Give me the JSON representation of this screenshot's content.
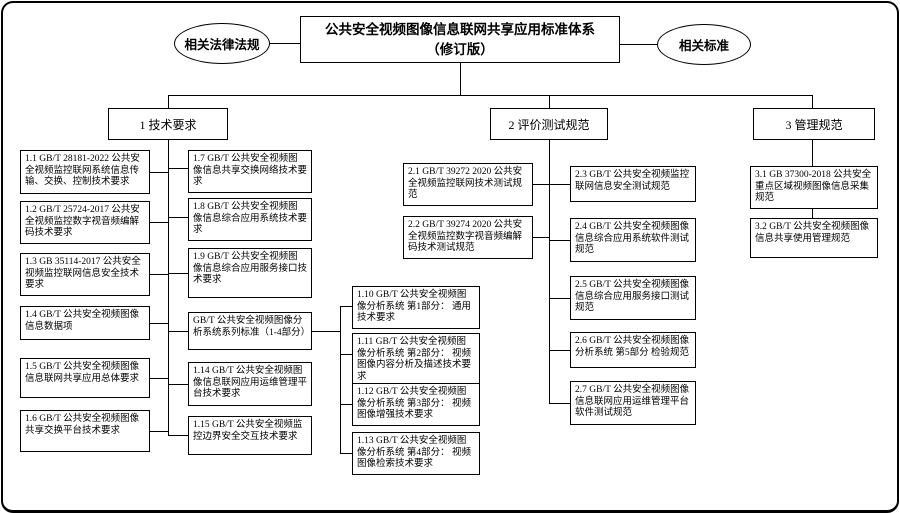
{
  "root": {
    "title": "公共安全视频图像信息联网共享应用标准体系",
    "subtitle": "（修订版）",
    "left_ellipse": "相关法律法规",
    "right_ellipse": "相关标准"
  },
  "branch1": {
    "label": "1 技术要求",
    "left": [
      "1.1 GB/T 28181-2022 公共安全视频监控联网系统信息传输、交换、控制技术要求",
      "1.2 GB/T 25724-2017 公共安全视频监控数字视音频编解码技术要求",
      "1.3 GB 35114-2017 公共安全视频监控联网信息安全技术要求",
      "1.4 GB/T 公共安全视频图像信息数据项",
      "1.5 GB/T 公共安全视频图像信息联网共享应用总体要求",
      "1.6 GB/T 公共安全视频图像共享交换平台技术要求"
    ],
    "right": [
      "1.7 GB/T 公共安全视频图像信息共享交换网络技术要求",
      "1.8 GB/T 公共安全视频图像信息综合应用系统技术要求",
      "1.9 GB/T 公共安全视频图像信息综合应用服务接口技术要求"
    ],
    "series_group": {
      "label": "GB/T 公共安全视频图像分析系统系列标准（1-4部分）",
      "parts": [
        "1.10 GB/T 公共安全视频图像分析系统 第1部分： 通用技术要求",
        "1.11 GB/T 公共安全视频图像分析系统 第2部分： 视频图像内容分析及描述技术要求",
        "1.12 GB/T 公共安全视频图像分析系统 第3部分： 视频图像增强技术要求",
        "1.13 GB/T 公共安全视频图像分析系统 第4部分： 视频图像检索技术要求"
      ]
    },
    "right_lower": [
      "1.14 GB/T 公共安全视频图像信息联网应用运维管理平台技术要求",
      "1.15 GB/T 公共安全视频监控边界安全交互技术要求"
    ]
  },
  "branch2": {
    "label": "2 评价测试规范",
    "left": [
      "2.1 GB/T 39272 2020 公共安全视频监控联网技术测试规范",
      "2.2 GB/T 39274 2020 公共安全视频监控数字视音频编解码技术测试规范"
    ],
    "right": [
      "2.3 GB/T 公共安全视频监控联网信息安全测试规范",
      "2.4 GB/T 公共安全视频图像信息综合应用系统软件测试规范",
      "2.5 GB/T 公共安全视频图像信息综合应用服务接口测试规范",
      "2.6 GB/T 公共安全视频图像分析系统 第5部分 检验规范",
      "2.7 GB/T 公共安全视频图像信息联网应用运维管理平台软件测试规范"
    ]
  },
  "branch3": {
    "label": "3 管理规范",
    "items": [
      "3.1 GB 37300-2018 公共安全重点区域视频图像信息采集规范",
      "3.2 GB/T 公共安全视频图像信息共享使用管理规范"
    ]
  },
  "colors": {
    "line": "#000000",
    "box_border": "#000000",
    "background": "#ffffff"
  }
}
